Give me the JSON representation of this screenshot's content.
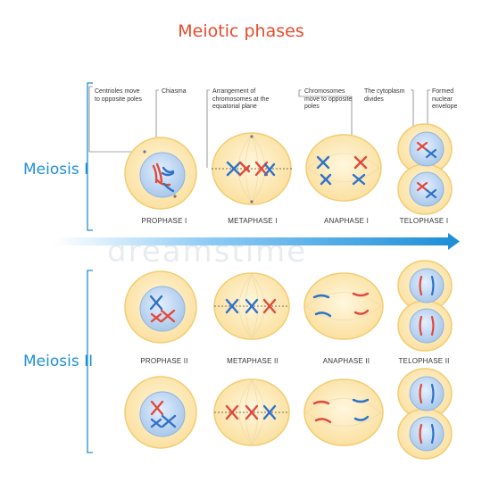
{
  "title": "Meiotic phases",
  "watermark": "dreamstime",
  "meiosis1": {
    "label": "Meiosis I",
    "phases": [
      "PROPHASE I",
      "METAPHASE I",
      "ANAPHASE I",
      "TELOPHASE I"
    ],
    "callouts": [
      "Centrioles move to opposite poles",
      "Chiasma",
      "Arrangement of chromosomes at the equatorial plane",
      "Chromosomes move to opposite poles",
      "The cytoplasm divides",
      "Formed nuclear envelope"
    ]
  },
  "meiosis2": {
    "label": "Meiosis II",
    "phases": [
      "PROPHASE II",
      "METAPHASE II",
      "ANAPHASE II",
      "TELOPHASE II"
    ]
  },
  "colors": {
    "title": "#e84a2c",
    "accent": "#1f8fd6",
    "cell_fill": "#fce6a9",
    "cell_stroke": "#f0cf74",
    "nucleus": "#c6dcf2",
    "chrom_red": "#e04a3b",
    "chrom_blue": "#2f72c7"
  }
}
